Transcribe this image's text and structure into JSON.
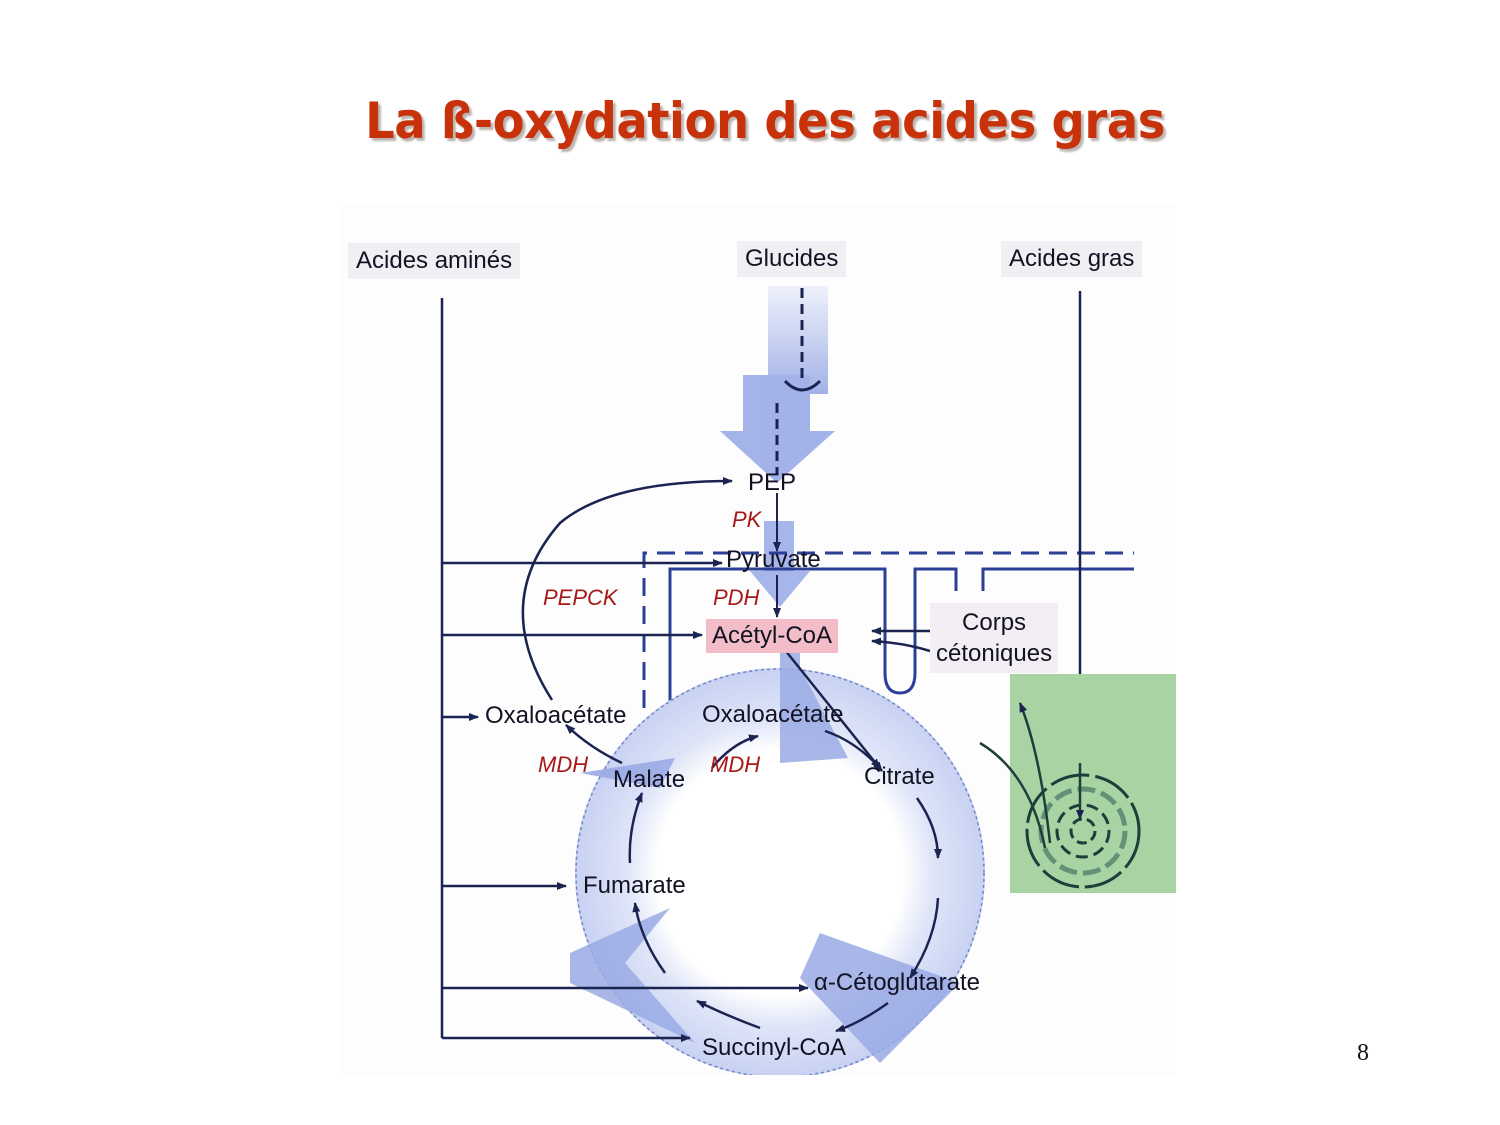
{
  "slide": {
    "title": "La ß-oxydation des acides gras",
    "page_number": "8",
    "title_color": "#c8320a"
  },
  "diagram": {
    "sources": {
      "amino_acids": "Acides aminés",
      "carbohydrates": "Glucides",
      "fatty_acids": "Acides gras"
    },
    "metabolites": {
      "pep": "PEP",
      "pyruvate": "Pyruvate",
      "acetyl_coa": "Acétyl-CoA",
      "ketone_bodies_line1": "Corps",
      "ketone_bodies_line2": "cétoniques",
      "oxaloacetate_cytosol": "Oxaloacétate",
      "oxaloacetate_mito": "Oxaloacétate",
      "malate": "Malate",
      "citrate": "Citrate",
      "fumarate": "Fumarate",
      "alpha_ketoglutarate": "α-Cétoglutarate",
      "succinyl_coa": "Succinyl-CoA"
    },
    "enzymes": {
      "pk": "PK",
      "pdh": "PDH",
      "pepck": "PEPCK",
      "mdh_cytosol": "MDH",
      "mdh_mito": "MDH"
    },
    "colors": {
      "line": "#1b2350",
      "membrane": "#2c3f96",
      "flux_arrow": "#8fa0e0",
      "acetyl_coa_highlight": "#f2bcc8",
      "enzyme_text": "#a81818",
      "inset_green": "#a8d4a4"
    }
  }
}
